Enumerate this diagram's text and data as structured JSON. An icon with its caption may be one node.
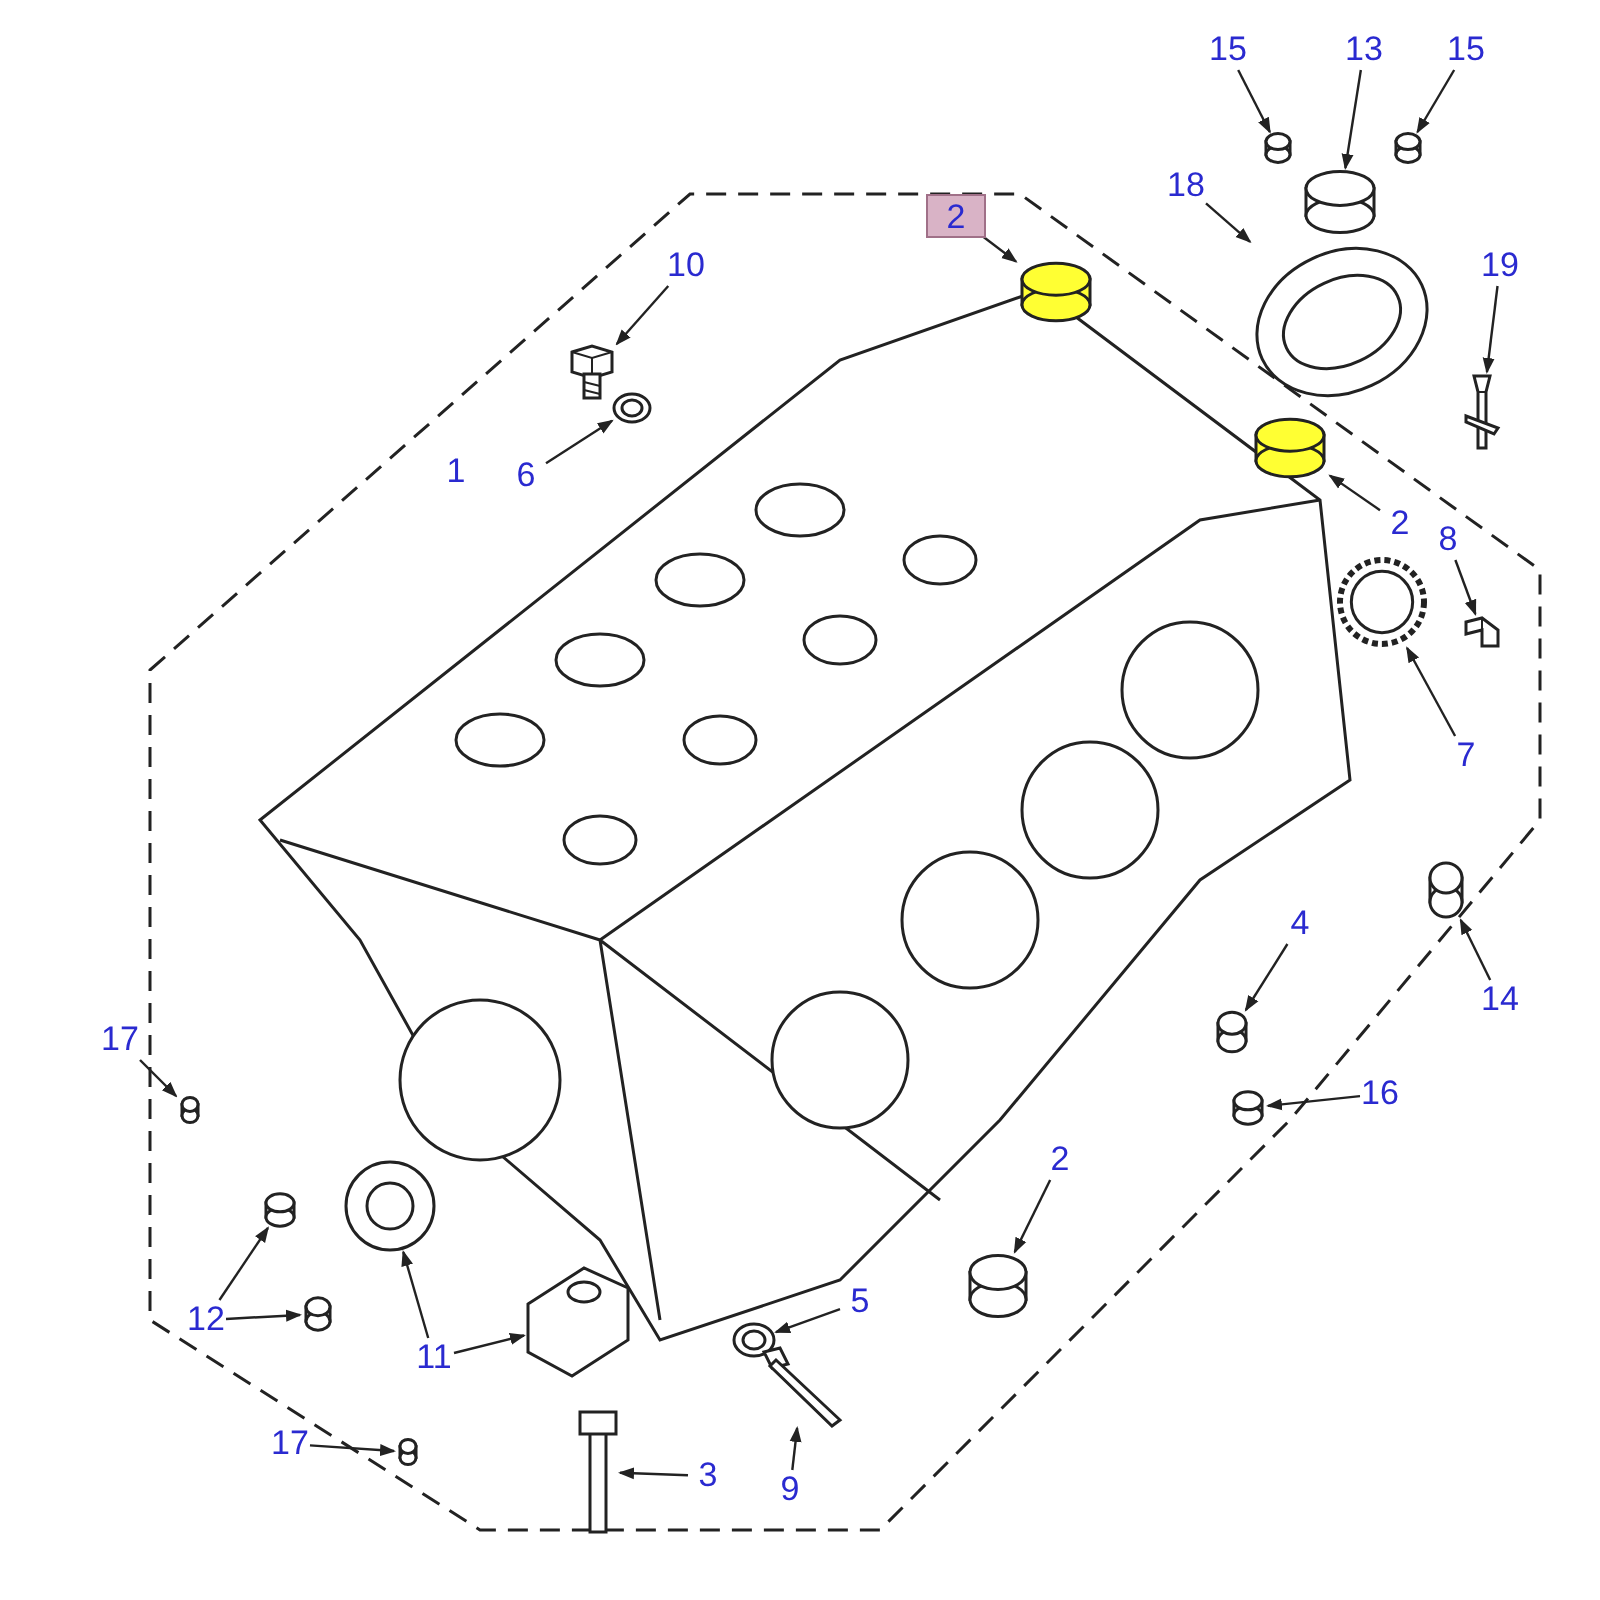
{
  "diagram": {
    "nodes": [
      {
        "text": [
          "2"
        ]
      },
      {
        "text": [],
        "shape": "cylinder"
      },
      {
        "text": [
          "2"
        ]
      },
      {
        "text": [],
        "shape": "cylinder"
      },
      {
        "text": [
          "2"
        ]
      },
      {
        "text": [],
        "shape": "cylinder"
      },
      {
        "text": [
          "3"
        ]
      },
      {
        "text": [],
        "shape": "picture"
      },
      {
        "text": [
          "4"
        ]
      },
      {
        "text": [],
        "shape": "cylinder"
      },
      {
        "text": [
          "5"
        ]
      },
      {
        "text": [],
        "shape": "circle"
      },
      {
        "text": [
          "6"
        ]
      },
      {
        "text": [],
        "shape": "circle"
      },
      {
        "text": [
          "7"
        ]
      },
      {
        "text": [],
        "shape": "picture"
      },
      {
        "text": [
          "8"
        ]
      },
      {
        "text": [],
        "shape": "picture"
      },
      {
        "text": [
          "9"
        ]
      },
      {
        "text": [],
        "shape": "picture"
      },
      {
        "text": [
          "10"
        ]
      },
      {
        "text": [],
        "shape": "picture"
      },
      {
        "text": [
          "11"
        ]
      },
      {
        "text": [],
        "shape": "circle"
      },
      {
        "text": [],
        "shape": "picture"
      },
      {
        "text": [
          "12"
        ]
      },
      {
        "text": [],
        "shape": "cylinder"
      },
      {
        "text": [],
        "shape": "cylinder"
      },
      {
        "text": [
          "13"
        ]
      },
      {
        "text": [],
        "shape": "cylinder"
      },
      {
        "text": [
          "14"
        ]
      },
      {
        "text": [],
        "shape": "cylinder"
      },
      {
        "text": [
          "15"
        ]
      },
      {
        "text": [],
        "shape": "cylinder"
      },
      {
        "text": [
          "15"
        ]
      },
      {
        "text": [],
        "shape": "cylinder"
      },
      {
        "text": [
          "16"
        ]
      },
      {
        "text": [],
        "shape": "cylinder"
      },
      {
        "text": [
          "17"
        ]
      },
      {
        "text": [],
        "shape": "cylinder"
      },
      {
        "text": [
          "17"
        ]
      },
      {
        "text": [],
        "shape": "cylinder"
      },
      {
        "text": [
          "18"
        ]
      },
      {
        "text": [],
        "shape": "circle"
      },
      {
        "text": [
          "19"
        ]
      },
      {
        "text": [],
        "shape": "picture"
      }
    ],
    "edges": [
      {
        "from": 0,
        "to": 1,
        "arrow": "to"
      },
      {
        "from": 2,
        "to": 3,
        "arrow": "to"
      },
      {
        "from": 4,
        "to": 5,
        "arrow": "to"
      },
      {
        "from": 6,
        "to": 7,
        "arrow": "to"
      },
      {
        "from": 8,
        "to": 9,
        "arrow": "to"
      },
      {
        "from": 10,
        "to": 11,
        "arrow": "to"
      },
      {
        "from": 12,
        "to": 13,
        "arrow": "to"
      },
      {
        "from": 14,
        "to": 15,
        "arrow": "to"
      },
      {
        "from": 16,
        "to": 17,
        "arrow": "to"
      },
      {
        "from": 18,
        "to": 19,
        "arrow": "to"
      },
      {
        "from": 20,
        "to": 21,
        "arrow": "to"
      },
      {
        "from": 22,
        "to": 23,
        "arrow": "to"
      },
      {
        "from": 22,
        "to": 24,
        "arrow": "to"
      },
      {
        "from": 25,
        "to": 26,
        "arrow": "to"
      },
      {
        "from": 25,
        "to": 27,
        "arrow": "to"
      },
      {
        "from": 28,
        "to": 29,
        "arrow": "to"
      },
      {
        "from": 30,
        "to": 31,
        "arrow": "to"
      },
      {
        "from": 32,
        "to": 33,
        "arrow": "to"
      },
      {
        "from": 34,
        "to": 35,
        "arrow": "to"
      },
      {
        "from": 36,
        "to": 37,
        "arrow": "to"
      },
      {
        "from": 38,
        "to": 39,
        "arrow": "to"
      },
      {
        "from": 40,
        "to": 41,
        "arrow": "to"
      },
      {
        "from": 42,
        "to": 43,
        "arrow": "to"
      },
      {
        "from": 44,
        "to": 45,
        "arrow": "to"
      }
    ],
    "labels": [
      "1"
    ]
  }
}
